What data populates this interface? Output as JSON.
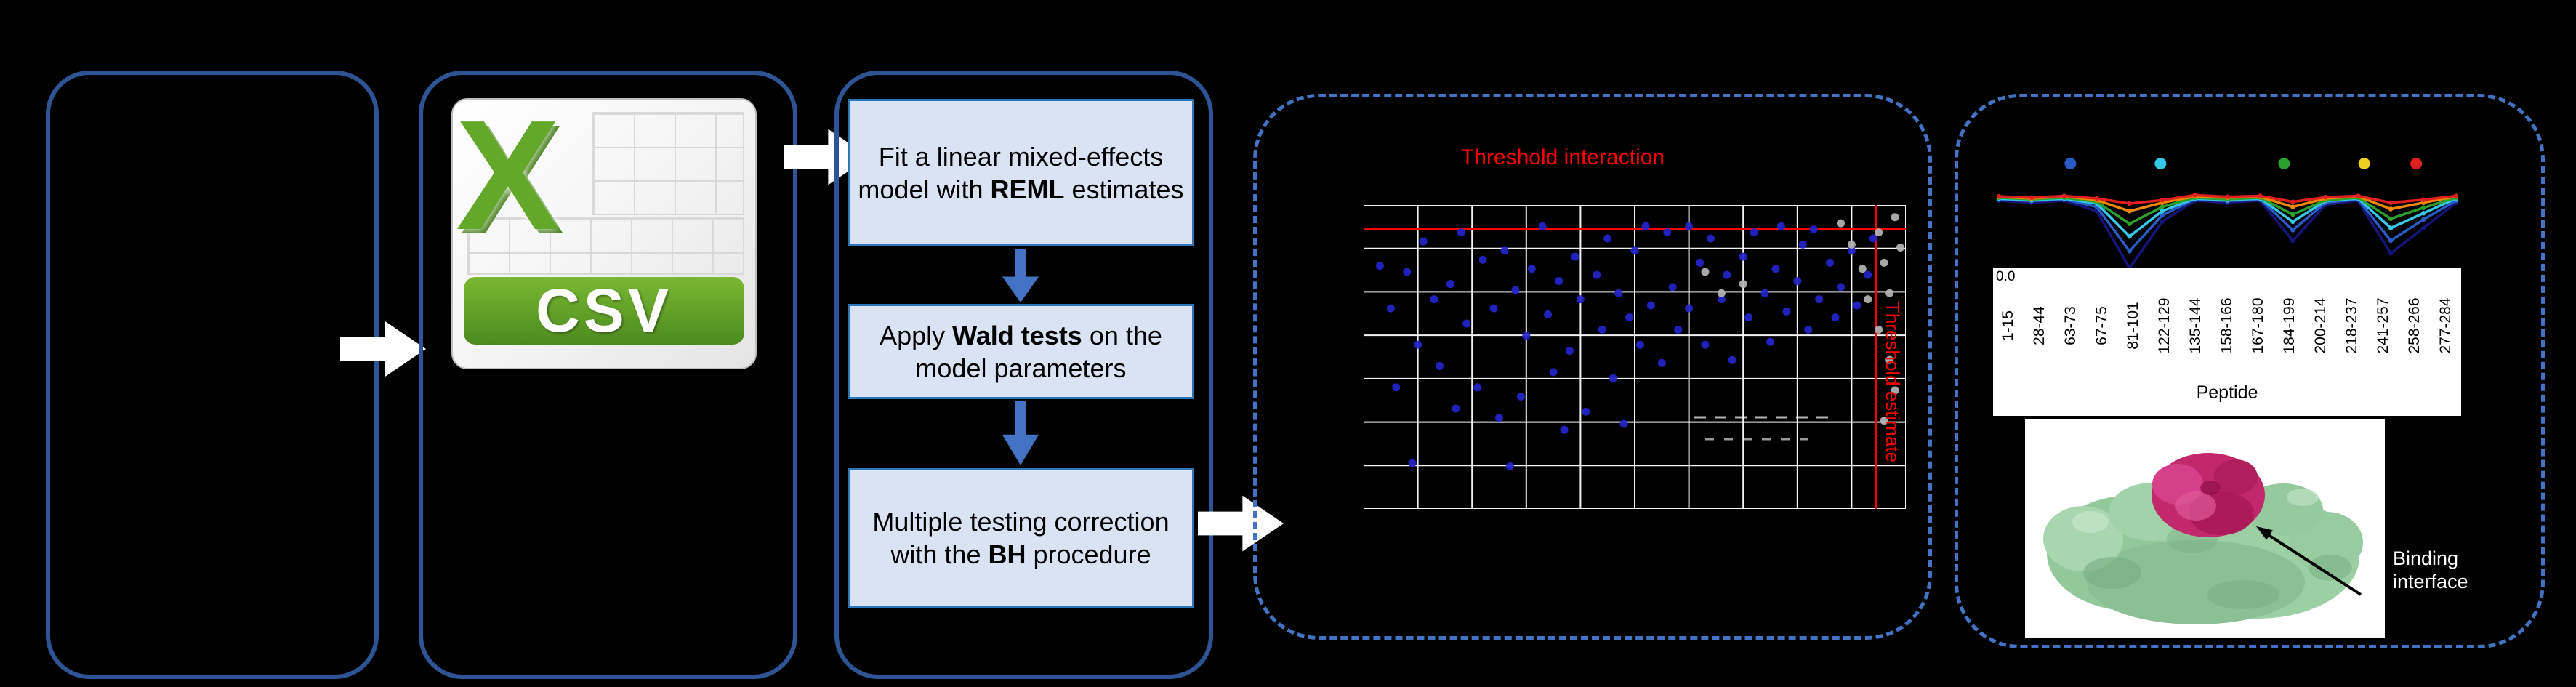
{
  "colors": {
    "background": "#000000",
    "panel_border": "#2f5496",
    "dashed_border": "#4472c4",
    "box_fill": "#dae3f3",
    "box_border": "#2e75b6",
    "flow_arrow_white": "#ffffff",
    "flow_arrow_blue": "#4472c4",
    "threshold_red": "#ff0000",
    "dot_blue": "#2424cc",
    "dot_grey": "#b5b5b5",
    "csv_green": "#64a829",
    "protein_green": "#9dcfa4",
    "protein_magenta": "#c2286c"
  },
  "csv_icon": {
    "letter": "X",
    "label": "CSV"
  },
  "pipeline": {
    "boxes": [
      {
        "pre": "Fit a linear mixed-effects model with ",
        "bold": "REML",
        "post": " estimates"
      },
      {
        "pre": "Apply ",
        "bold": "Wald tests",
        "post": " on the model parameters"
      },
      {
        "pre1": "Multiple testing correction",
        "pre2": "with the ",
        "bold": "BH",
        "post": " procedure"
      }
    ]
  },
  "protein": {
    "caption": "Binding interface"
  },
  "chart_data": [
    {
      "type": "scatter",
      "title": "",
      "annotations": {
        "threshold_interaction": "Threshold interaction",
        "threshold_estimate": "Threshold estimate"
      },
      "grid": {
        "cols": 10,
        "rows": 7,
        "color": "#ffffff",
        "on": true
      },
      "threshold_lines": {
        "horizontal_y_frac": 0.08,
        "vertical_x_frac": 0.945,
        "color": "#ff0000"
      },
      "axis_note": "axis tick labels not visible (black on black in source)",
      "series": [
        {
          "name": "blue",
          "color": "#2424cc",
          "points": [
            [
              0.03,
              0.2
            ],
            [
              0.05,
              0.34
            ],
            [
              0.06,
              0.6
            ],
            [
              0.08,
              0.22
            ],
            [
              0.1,
              0.46
            ],
            [
              0.11,
              0.12
            ],
            [
              0.13,
              0.31
            ],
            [
              0.14,
              0.53
            ],
            [
              0.16,
              0.26
            ],
            [
              0.17,
              0.67
            ],
            [
              0.18,
              0.09
            ],
            [
              0.19,
              0.39
            ],
            [
              0.21,
              0.6
            ],
            [
              0.22,
              0.18
            ],
            [
              0.24,
              0.34
            ],
            [
              0.25,
              0.7
            ],
            [
              0.26,
              0.15
            ],
            [
              0.27,
              0.86
            ],
            [
              0.28,
              0.28
            ],
            [
              0.29,
              0.63
            ],
            [
              0.3,
              0.43
            ],
            [
              0.31,
              0.21
            ],
            [
              0.33,
              0.07
            ],
            [
              0.34,
              0.36
            ],
            [
              0.35,
              0.55
            ],
            [
              0.36,
              0.25
            ],
            [
              0.37,
              0.74
            ],
            [
              0.38,
              0.48
            ],
            [
              0.39,
              0.17
            ],
            [
              0.4,
              0.31
            ],
            [
              0.41,
              0.68
            ],
            [
              0.43,
              0.23
            ],
            [
              0.44,
              0.41
            ],
            [
              0.45,
              0.11
            ],
            [
              0.46,
              0.57
            ],
            [
              0.47,
              0.29
            ],
            [
              0.48,
              0.72
            ],
            [
              0.49,
              0.37
            ],
            [
              0.5,
              0.15
            ],
            [
              0.51,
              0.46
            ],
            [
              0.52,
              0.07
            ],
            [
              0.53,
              0.33
            ],
            [
              0.55,
              0.52
            ],
            [
              0.56,
              0.09
            ],
            [
              0.57,
              0.27
            ],
            [
              0.58,
              0.41
            ],
            [
              0.6,
              0.07
            ],
            [
              0.6,
              0.34
            ],
            [
              0.62,
              0.19
            ],
            [
              0.63,
              0.46
            ],
            [
              0.64,
              0.11
            ],
            [
              0.66,
              0.31
            ],
            [
              0.67,
              0.23
            ],
            [
              0.68,
              0.51
            ],
            [
              0.7,
              0.17
            ],
            [
              0.71,
              0.37
            ],
            [
              0.72,
              0.09
            ],
            [
              0.74,
              0.29
            ],
            [
              0.75,
              0.45
            ],
            [
              0.76,
              0.21
            ],
            [
              0.77,
              0.07
            ],
            [
              0.78,
              0.35
            ],
            [
              0.8,
              0.25
            ],
            [
              0.81,
              0.13
            ],
            [
              0.82,
              0.41
            ],
            [
              0.83,
              0.08
            ],
            [
              0.84,
              0.31
            ],
            [
              0.86,
              0.19
            ],
            [
              0.87,
              0.37
            ],
            [
              0.88,
              0.27
            ],
            [
              0.9,
              0.15
            ],
            [
              0.91,
              0.33
            ],
            [
              0.93,
              0.23
            ],
            [
              0.94,
              0.11
            ],
            [
              0.09,
              0.85
            ]
          ]
        },
        {
          "name": "grey",
          "color": "#b5b5b5",
          "points": [
            [
              0.63,
              0.22
            ],
            [
              0.66,
              0.29
            ],
            [
              0.7,
              0.26
            ],
            [
              0.88,
              0.06
            ],
            [
              0.9,
              0.13
            ],
            [
              0.92,
              0.21
            ],
            [
              0.93,
              0.31
            ],
            [
              0.95,
              0.09
            ],
            [
              0.95,
              0.41
            ],
            [
              0.96,
              0.19
            ],
            [
              0.97,
              0.51
            ],
            [
              0.97,
              0.29
            ],
            [
              0.98,
              0.61
            ],
            [
              0.98,
              0.04
            ],
            [
              0.99,
              0.14
            ],
            [
              0.96,
              0.71
            ]
          ]
        }
      ]
    },
    {
      "type": "line",
      "categories": [
        "1-15",
        "28-44",
        "63-73",
        "67-75",
        "81-101",
        "122-129",
        "135-144",
        "158-166",
        "167-180",
        "184-199",
        "200-214",
        "218-237",
        "241-257",
        "258-266",
        "277-284"
      ],
      "xlabel": "Peptide",
      "ytick_label": "0.0",
      "legend_dots": [
        {
          "color": "#2a5cc8",
          "x_frac": 0.167
        },
        {
          "color": "#35c8e8",
          "x_frac": 0.358
        },
        {
          "color": "#2ca02c",
          "x_frac": 0.62
        },
        {
          "color": "#f0d020",
          "x_frac": 0.79
        },
        {
          "color": "#e02020",
          "x_frac": 0.9
        }
      ],
      "series": [
        {
          "name": "navy",
          "color": "#15157a",
          "values": [
            -0.05,
            -0.1,
            -0.05,
            -0.3,
            -1.65,
            -0.55,
            -0.05,
            -0.1,
            -0.05,
            -1.0,
            -0.15,
            -0.05,
            -1.3,
            -0.7,
            -0.1
          ]
        },
        {
          "name": "blue",
          "color": "#2a5cc8",
          "values": [
            -0.02,
            -0.06,
            -0.02,
            -0.2,
            -1.25,
            -0.4,
            -0.02,
            -0.06,
            -0.02,
            -0.75,
            -0.1,
            -0.02,
            -1.0,
            -0.5,
            -0.05
          ]
        },
        {
          "name": "cyan",
          "color": "#35c8e8",
          "values": [
            0.0,
            -0.04,
            0.0,
            -0.12,
            -0.9,
            -0.3,
            0.0,
            -0.04,
            0.0,
            -0.55,
            -0.06,
            0.0,
            -0.7,
            -0.35,
            0.0
          ]
        },
        {
          "name": "green",
          "color": "#2ca02c",
          "values": [
            0.02,
            -0.02,
            0.02,
            -0.08,
            -0.6,
            -0.2,
            0.02,
            -0.02,
            0.02,
            -0.38,
            -0.04,
            0.02,
            -0.48,
            -0.22,
            0.02
          ]
        },
        {
          "name": "orange",
          "color": "#f08800",
          "values": [
            0.04,
            0.0,
            0.05,
            -0.04,
            -0.3,
            -0.1,
            0.05,
            0.02,
            0.04,
            -0.2,
            0.0,
            0.05,
            -0.25,
            -0.1,
            0.05
          ]
        },
        {
          "name": "red",
          "color": "#e02020",
          "values": [
            0.05,
            0.02,
            0.06,
            0.0,
            -0.12,
            -0.04,
            0.08,
            0.04,
            0.06,
            -0.08,
            0.03,
            0.06,
            -0.1,
            -0.03,
            0.06
          ]
        }
      ]
    }
  ]
}
